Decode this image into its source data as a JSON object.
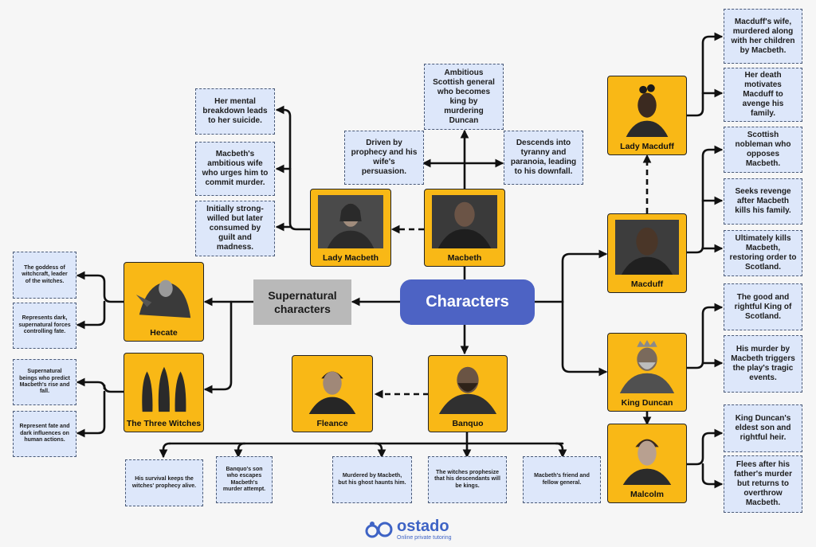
{
  "hub": {
    "label": "Characters"
  },
  "supernatural": {
    "label": "Supernatural characters"
  },
  "characters": {
    "macbeth": "Macbeth",
    "lady_macbeth": "Lady Macbeth",
    "lady_macduff": "Lady Macduff",
    "macduff": "Macduff",
    "king_duncan": "King Duncan",
    "malcolm": "Malcolm",
    "banquo": "Banquo",
    "fleance": "Fleance",
    "hecate": "Hecate",
    "witches": "The Three Witches"
  },
  "notes": {
    "macbeth_top": "Ambitious Scottish general who becomes king by murdering Duncan",
    "macbeth_left": "Driven by prophecy and his wife's persuasion.",
    "macbeth_right": "Descends into tyranny and paranoia, leading to his downfall.",
    "lady_1": "Her mental breakdown leads to her suicide.",
    "lady_2": "Macbeth's ambitious wife who urges him to commit murder.",
    "lady_3": "Initially strong-willed but later consumed by guilt and madness.",
    "ladymacduff_1": "Macduff's wife, murdered along with her children by Macbeth.",
    "ladymacduff_2": "Her death motivates Macduff to avenge his family.",
    "macduff_1": "Scottish nobleman who opposes Macbeth.",
    "macduff_2": "Seeks revenge after Macbeth kills his family.",
    "macduff_3": "Ultimately kills Macbeth, restoring order to Scotland.",
    "duncan_1": "The good and rightful King of Scotland.",
    "duncan_2": "His murder by Macbeth triggers the play's tragic events.",
    "malcolm_1": "King Duncan's eldest son and rightful heir.",
    "malcolm_2": "Flees after his father's murder but returns to overthrow Macbeth.",
    "hecate_1": "The goddess of witchcraft, leader of the witches.",
    "hecate_2": "Represents dark, supernatural forces controlling fate.",
    "witches_1": "Supernatural beings who predict Macbeth's rise and fall.",
    "witches_2": "Represent fate and dark influences on human actions.",
    "fleance_1": "His survival keeps the witches' prophecy alive.",
    "fleance_2": "Banquo's son who escapes Macbeth's murder attempt.",
    "banquo_1": "Murdered by Macbeth, but his ghost haunts him.",
    "banquo_2": "The witches prophesize that his descendants will be kings.",
    "banquo_3": "Macbeth's friend and fellow general."
  },
  "logo": {
    "word": "ostado",
    "tagline": "Online private tutoring"
  },
  "colors": {
    "hub": "#4d63c4",
    "card": "#f9b816",
    "note": "#dde7fa",
    "super": "#b9b9b9",
    "logo": "#3e63c5"
  }
}
